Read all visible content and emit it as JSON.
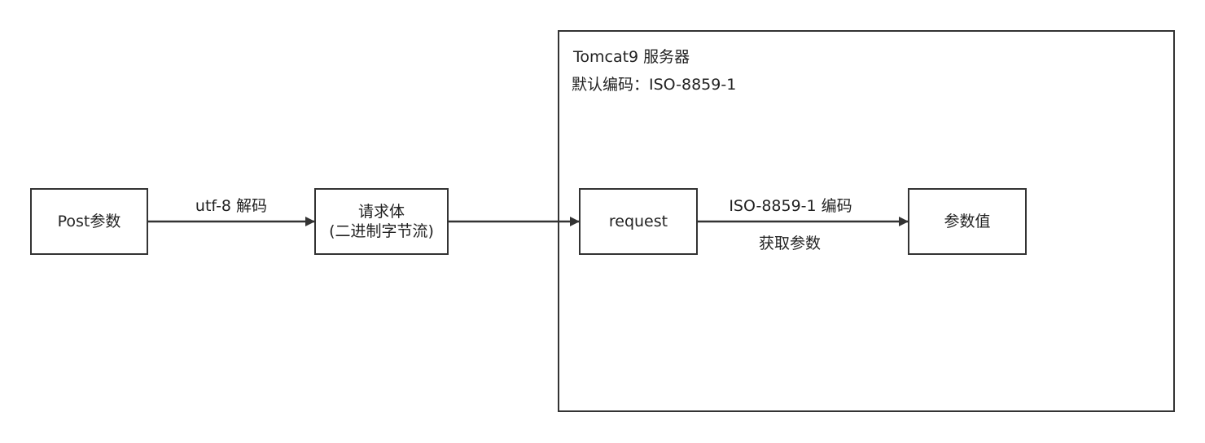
{
  "container": {
    "title": "Tomcat9 服务器",
    "subtitle": "默认编码：ISO-8859-1"
  },
  "nodes": {
    "post": "Post参数",
    "body_line1": "请求体",
    "body_line2": "(二进制字节流)",
    "request": "request",
    "value": "参数值"
  },
  "edges": {
    "post_to_body": "utf-8 解码",
    "request_to_value_top": "ISO-8859-1 编码",
    "request_to_value_bottom": "获取参数"
  },
  "colors": {
    "stroke": "#333333",
    "background": "#ffffff",
    "text": "#222222"
  }
}
